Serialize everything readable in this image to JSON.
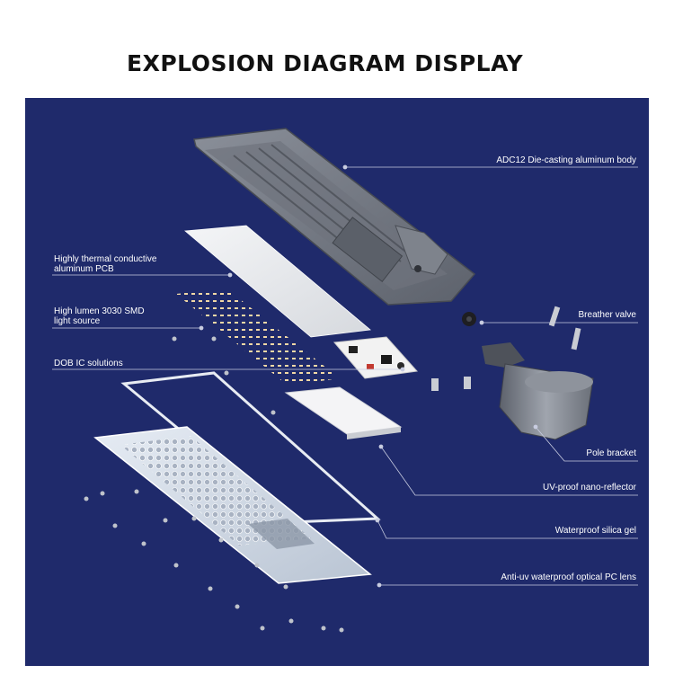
{
  "title": "EXPLOSION DIAGRAM DISPLAY",
  "colors": {
    "panel_bg": "#1f2a6b",
    "leader_line": "#c8cce0",
    "label_text": "#ffffff"
  },
  "labels": {
    "body": "ADC12 Die-casting aluminum body",
    "pcb_line1": "Highly thermal conductive",
    "pcb_line2": "aluminum PCB",
    "smd_line1": "High lumen 3030 SMD",
    "smd_line2": "light source",
    "dob": "DOB IC solutions",
    "breather": "Breather valve",
    "pole": "Pole bracket",
    "reflector": "UV-proof nano-reflector",
    "gel": "Waterproof silica gel",
    "lens": "Anti-uv waterproof optical PC lens"
  }
}
